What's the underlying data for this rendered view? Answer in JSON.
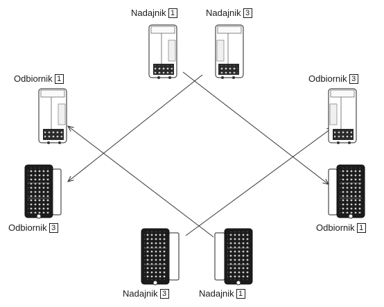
{
  "labels": {
    "top_left": {
      "name": "Nadajnik",
      "num": "1"
    },
    "top_right": {
      "name": "Nadajnik",
      "num": "3"
    },
    "left_upper": {
      "name": "Odbiornik",
      "num": "1"
    },
    "right_upper": {
      "name": "Odbiornik",
      "num": "3"
    },
    "left_lower": {
      "name": "Odbiornik",
      "num": "3"
    },
    "right_lower": {
      "name": "Odbiornik",
      "num": "1"
    },
    "bottom_left": {
      "name": "Nadajnik",
      "num": "3"
    },
    "bottom_right": {
      "name": "Nadajnik",
      "num": "1"
    }
  },
  "colors": {
    "line": "#333333",
    "device_dark": "#1c1c1c",
    "device_light": "#ffffff"
  }
}
